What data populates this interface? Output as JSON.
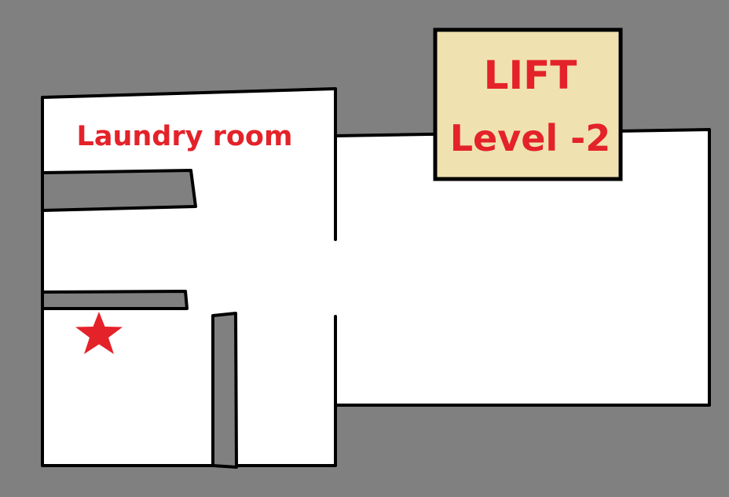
{
  "colors": {
    "background": "#808080",
    "floor": "#ffffff",
    "wall": "#000000",
    "lift_fill": "#f0e2b0",
    "label": "#e42229",
    "marker": "#e42229"
  },
  "rooms": {
    "laundry": {
      "label": "Laundry room"
    },
    "lift": {
      "line1": "LIFT",
      "line2": "Level -2"
    }
  },
  "marker": {
    "icon": "star-icon"
  }
}
